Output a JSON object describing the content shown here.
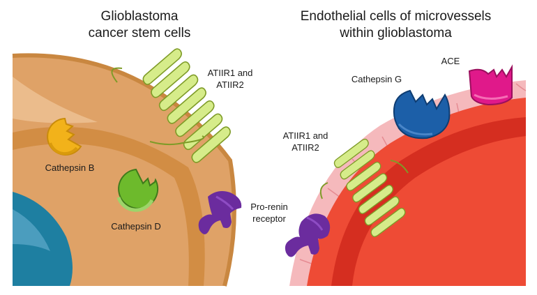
{
  "left_panel": {
    "title_line1": "Glioblastoma",
    "title_line2": "cancer stem cells",
    "receptor_label_line1": "ATIIR1 and",
    "receptor_label_line2": "ATIIR2",
    "cathepsin_b": "Cathepsin B",
    "cathepsin_d": "Cathepsin D",
    "colors": {
      "cell": "#DFA267",
      "nucleus": "#1E7FA1",
      "cathepsin_b": "#F2B21A",
      "cathepsin_d": "#6DBA2C",
      "receptor": "#6B2C9E"
    }
  },
  "center": {
    "prorenin_line1": "Pro-renin",
    "prorenin_line2": "receptor"
  },
  "right_panel": {
    "title_line1": "Endothelial cells of microvessels",
    "title_line2": "within glioblastoma",
    "ace": "ACE",
    "cathepsin_g": "Cathepsin G",
    "receptor_label_line1": "ATIIR1 and",
    "receptor_label_line2": "ATIIR2",
    "colors": {
      "vessel": "#EE4B35",
      "endothelium": "#F5B9BC",
      "ace": "#E0198A",
      "cathepsin_g": "#1C5FA8"
    }
  }
}
